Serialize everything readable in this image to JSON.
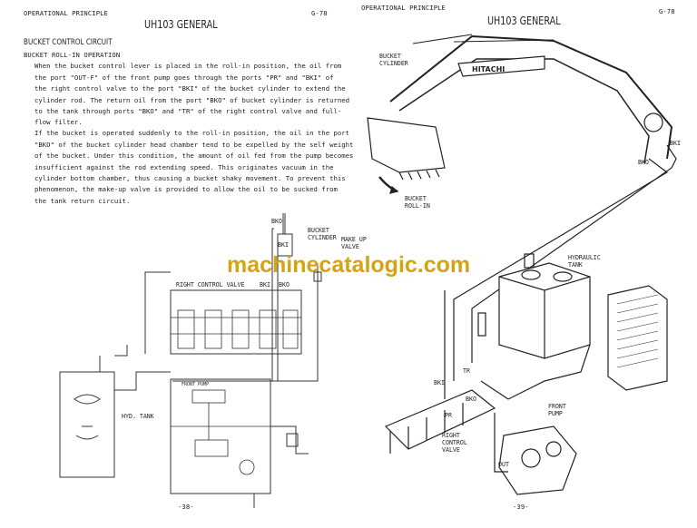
{
  "left_page": {
    "header_left": "OPERATIONAL PRINCIPLE",
    "header_right": "G-78",
    "title": "UH103 GENERAL",
    "section_title": "BUCKET CONTROL CIRCUIT",
    "subsection_title": "BUCKET ROLL-IN OPERATION",
    "paragraph_lines": [
      "When the bucket control lever is placed in the roll-in position, the oil from",
      "the port \"OUT-F\" of the front pump goes through the ports \"PR\" and \"BKI\" of",
      "the right control valve to the port \"BKI\" of the bucket cylinder to extend the",
      "cylinder rod.  The return oil from the port \"BKO\" of bucket cylinder is returned",
      "to the tank through ports \"BKO\" and \"TR\" of the right control valve and full-",
      "flow filter.",
      "If the bucket is operated suddenly to the roll-in position, the oil in the port",
      "\"BKO\" of the bucket cylinder head chamber tend to be expelled by the self weight",
      "of the bucket.  Under this condition, the amount of oil fed from the pump becomes",
      "insufficient against the rod extending speed.  This originates vacuum in the",
      "cylinder bottom chamber, thus causing a bucket shaky movement.  To prevent this",
      "phenomenon, the make-up valve is provided to allow the oil to be sucked from",
      "the tank return circuit."
    ],
    "diagram_labels": {
      "bko_top": "BKO",
      "bucket_cylinder": "BUCKET\nCYLINDER",
      "bki_top": "BKI",
      "make_up_valve": "MAKE UP\nVALVE",
      "right_control_valve": "RIGHT CONTROL VALVE",
      "bki": "BKI",
      "bko": "BKO",
      "front_pump": "FRONT PUMP",
      "hyd_tank": "HYD. TANK"
    },
    "page_number": "-38-"
  },
  "right_page": {
    "header_left": "OPERATIONAL PRINCIPLE",
    "header_right": "G-78",
    "title": "UH103 GENERAL",
    "diagram_labels": {
      "bucket_cylinder": "BUCKET\nCYLINDER",
      "logo": "HITACHI",
      "bki_top": "BKI",
      "bko_top": "BKO",
      "bucket_roll_in": "BUCKET\nROLL-IN",
      "hydraulic_tank": "HYDRAULIC\nTANK",
      "tr": "TR",
      "bki": "BKI",
      "bko": "BKO",
      "pr": "PR",
      "front_pump": "FRONT\nPUMP",
      "right_control_valve": "RIGHT\nCONTROL\nVALVE",
      "out": "OUT"
    },
    "page_number": "-39-"
  },
  "watermark": "machinecatalogic.com",
  "colors": {
    "watermark": "#d6a312",
    "ink": "#222222"
  }
}
